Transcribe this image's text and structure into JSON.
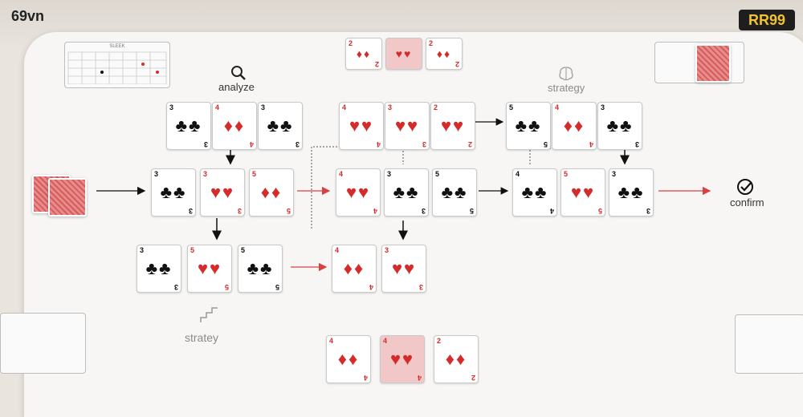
{
  "watermarks": {
    "left": "69vn",
    "right": "RR99"
  },
  "labels": {
    "analyze": "analyze",
    "strategy": "strategy",
    "stratey": "stratey",
    "confirm": "confirm"
  },
  "colors": {
    "red_suit": "#d42b2b",
    "black_suit": "#111111",
    "arrow_red": "#d94040",
    "arrow_black": "#111111"
  },
  "calendar_title": "SLEEK",
  "cards": {
    "top_row_a": [
      {
        "rank": "3",
        "suit": "♣",
        "color": "black"
      },
      {
        "rank": "4",
        "suit": "♦",
        "color": "red"
      },
      {
        "rank": "3",
        "suit": "♣",
        "color": "black"
      }
    ],
    "top_row_b": [
      {
        "rank": "4",
        "suit": "♥",
        "color": "red"
      },
      {
        "rank": "3",
        "suit": "♥",
        "color": "red"
      },
      {
        "rank": "2",
        "suit": "♥",
        "color": "red"
      }
    ],
    "top_row_c": [
      {
        "rank": "5",
        "suit": "♣",
        "color": "black"
      },
      {
        "rank": "4",
        "suit": "♦",
        "color": "red"
      },
      {
        "rank": "3",
        "suit": "♣",
        "color": "black"
      }
    ],
    "mid_row_a": [
      {
        "rank": "3",
        "suit": "♣",
        "color": "black"
      },
      {
        "rank": "3",
        "suit": "♥",
        "color": "red"
      },
      {
        "rank": "5",
        "suit": "♦",
        "color": "red"
      }
    ],
    "mid_row_b": [
      {
        "rank": "4",
        "suit": "♥",
        "color": "red"
      },
      {
        "rank": "3",
        "suit": "♣",
        "color": "black"
      },
      {
        "rank": "5",
        "suit": "♣",
        "color": "black"
      }
    ],
    "mid_row_c": [
      {
        "rank": "4",
        "suit": "♣",
        "color": "black"
      },
      {
        "rank": "5",
        "suit": "♥",
        "color": "red"
      },
      {
        "rank": "3",
        "suit": "♣",
        "color": "black"
      }
    ],
    "low_row_a": [
      {
        "rank": "3",
        "suit": "♣",
        "color": "black"
      },
      {
        "rank": "5",
        "suit": "♥",
        "color": "red"
      },
      {
        "rank": "5",
        "suit": "♣",
        "color": "black"
      }
    ],
    "low_row_b": [
      {
        "rank": "4",
        "suit": "♦",
        "color": "red"
      },
      {
        "rank": "3",
        "suit": "♥",
        "color": "red"
      }
    ],
    "top_edge": [
      {
        "rank": "2",
        "suit": "♦",
        "color": "red"
      },
      {
        "rank": "",
        "suit": "♥",
        "color": "red"
      },
      {
        "rank": "2",
        "suit": "♦",
        "color": "red"
      }
    ],
    "bottom_edge": [
      {
        "rank": "4",
        "suit": "♦",
        "color": "red"
      },
      {
        "rank": "4",
        "suit": "♥",
        "color": "red"
      },
      {
        "rank": "2",
        "suit": "♦",
        "color": "red"
      }
    ]
  }
}
